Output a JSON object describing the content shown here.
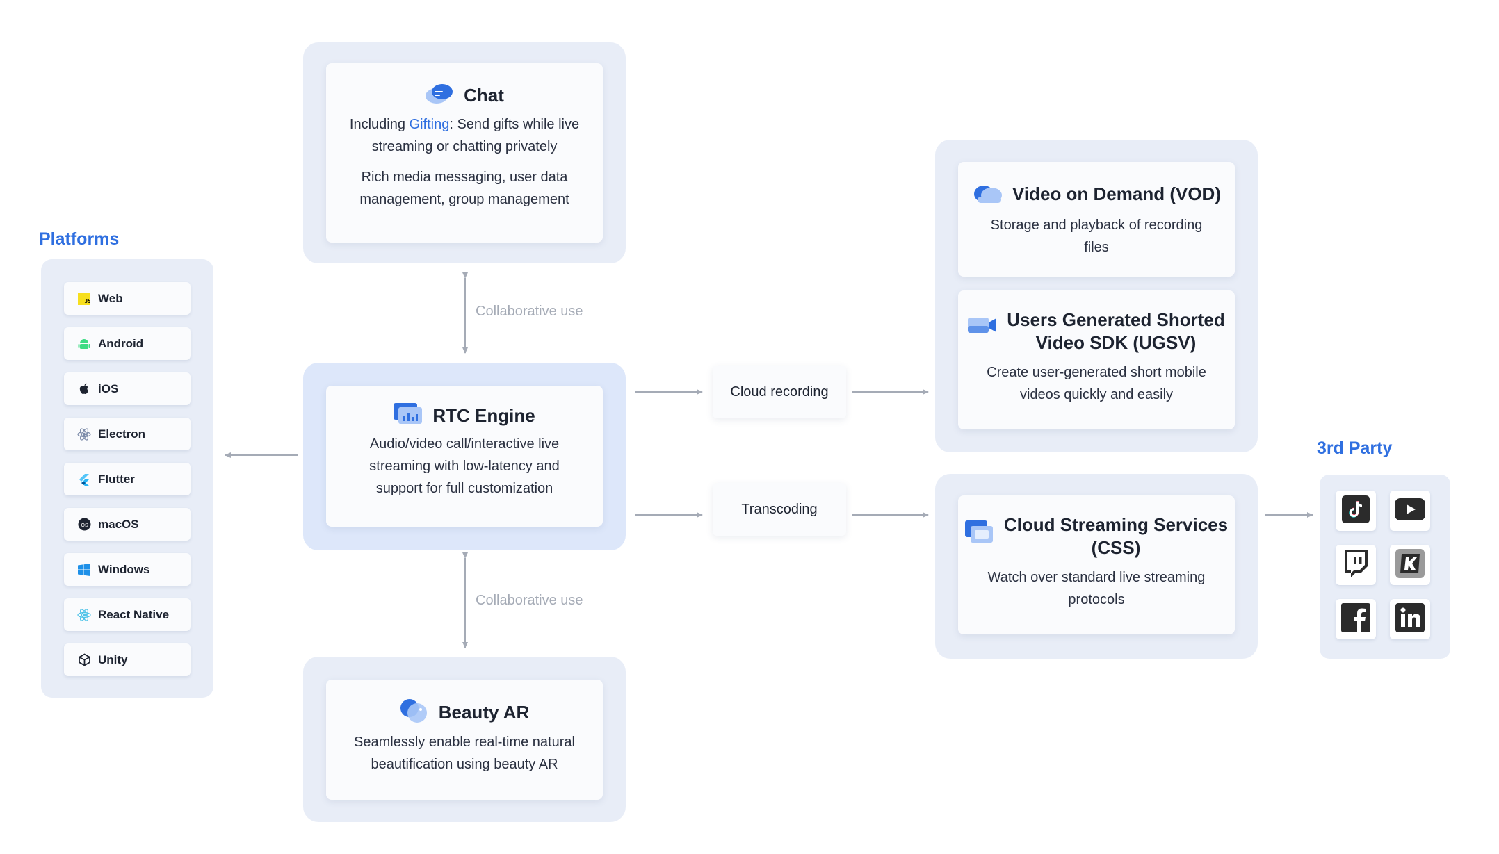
{
  "platforms": {
    "title": "Platforms",
    "items": [
      {
        "label": "Web",
        "icon": "javascript-icon"
      },
      {
        "label": "Android",
        "icon": "android-icon"
      },
      {
        "label": "iOS",
        "icon": "apple-icon"
      },
      {
        "label": "Electron",
        "icon": "electron-icon"
      },
      {
        "label": "Flutter",
        "icon": "flutter-icon"
      },
      {
        "label": "macOS",
        "icon": "macos-icon"
      },
      {
        "label": "Windows",
        "icon": "windows-icon"
      },
      {
        "label": "React Native",
        "icon": "react-icon"
      },
      {
        "label": "Unity",
        "icon": "unity-icon"
      }
    ]
  },
  "chat": {
    "title": "Chat",
    "desc1_prefix": "Including ",
    "desc1_link": "Gifting",
    "desc1_line1_suffix": ": Send gifts while live",
    "desc1_line2": "streaming or chatting privately",
    "desc2_line1": "Rich media messaging, user data",
    "desc2_line2": "management, group management"
  },
  "rtc": {
    "title": "RTC Engine",
    "line1": "Audio/video call/interactive live",
    "line2": "streaming with low-latency and",
    "line3": "support for full customization"
  },
  "beauty": {
    "title": "Beauty AR",
    "line1": "Seamlessly enable real-time natural",
    "line2": "beautification using beauty AR"
  },
  "connectors": {
    "collab_top": "Collaborative use",
    "collab_bottom": "Collaborative use",
    "cloud_recording": "Cloud recording",
    "transcoding": "Transcoding"
  },
  "vod": {
    "title": "Video on Demand (VOD)",
    "line1": "Storage and playback of recording",
    "line2": "files"
  },
  "ugsv": {
    "title_line1": "Users Generated Shorted",
    "title_line2": "Video SDK (UGSV)",
    "line1": "Create user-generated short mobile",
    "line2": "videos quickly and easily"
  },
  "css": {
    "title_line1": "Cloud Streaming Services",
    "title_line2": "(CSS)",
    "line1": "Watch over standard live streaming",
    "line2": "protocols"
  },
  "third_party": {
    "title": "3rd Party",
    "icons": [
      "tiktok-icon",
      "youtube-icon",
      "twitch-icon",
      "kick-icon",
      "facebook-icon",
      "linkedin-icon"
    ]
  },
  "colors": {
    "accent": "#2f6fe0",
    "panel": "#e8edf7",
    "panel_highlight": "#dde7fa",
    "connector": "#a5abb6"
  }
}
